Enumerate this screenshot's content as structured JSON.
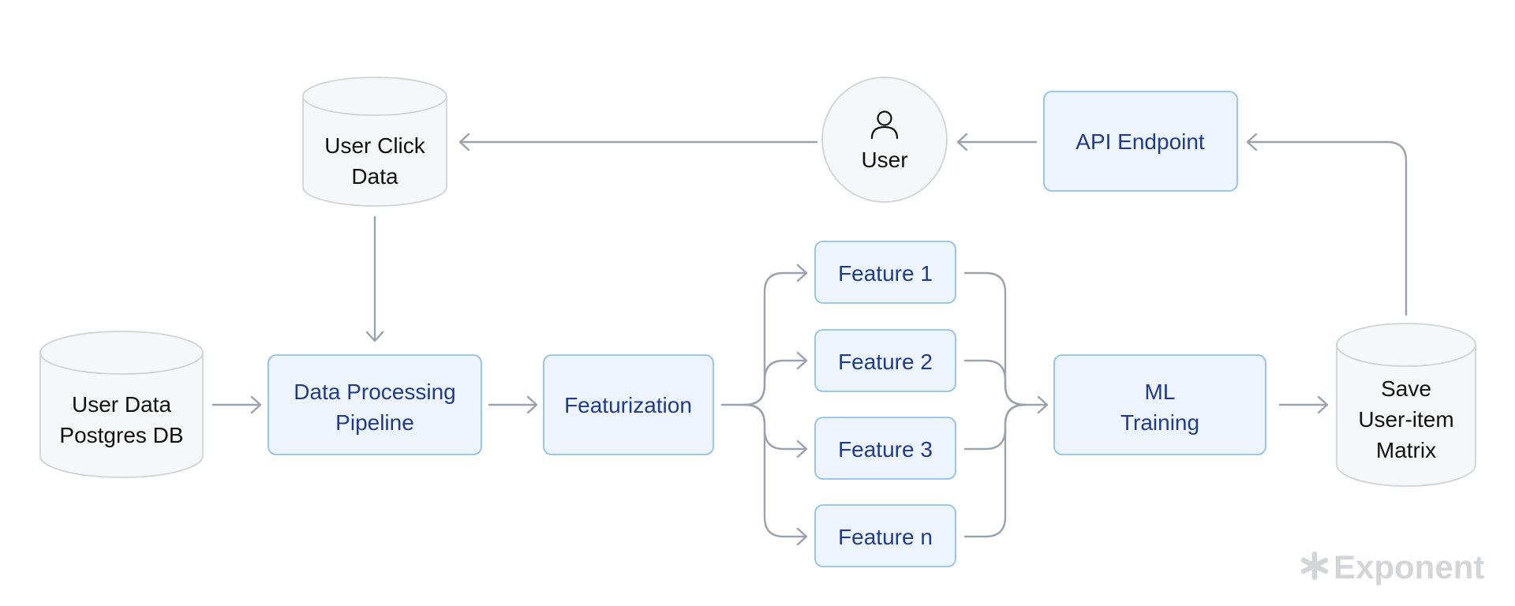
{
  "diagram": {
    "nodes": {
      "user_click_data": {
        "lines": [
          "User Click",
          "Data"
        ],
        "shape": "cylinder"
      },
      "user_data_db": {
        "lines": [
          "User Data",
          "Postgres DB"
        ],
        "shape": "cylinder"
      },
      "save_matrix": {
        "lines": [
          "Save",
          "User-item",
          "Matrix"
        ],
        "shape": "cylinder"
      },
      "user": {
        "lines": [
          "User"
        ],
        "shape": "circle",
        "icon": "user-icon"
      },
      "api_endpoint": {
        "lines": [
          "API Endpoint"
        ],
        "shape": "box"
      },
      "data_processing": {
        "lines": [
          "Data Processing",
          "Pipeline"
        ],
        "shape": "box"
      },
      "featurization": {
        "lines": [
          "Featurization"
        ],
        "shape": "box"
      },
      "feature_1": {
        "lines": [
          "Feature 1"
        ],
        "shape": "box"
      },
      "feature_2": {
        "lines": [
          "Feature 2"
        ],
        "shape": "box"
      },
      "feature_3": {
        "lines": [
          "Feature 3"
        ],
        "shape": "box"
      },
      "feature_n": {
        "lines": [
          "Feature n"
        ],
        "shape": "box"
      },
      "ml_training": {
        "lines": [
          "ML",
          "Training"
        ],
        "shape": "box"
      }
    },
    "edges": [
      {
        "from": "user_click_data",
        "to": "data_processing"
      },
      {
        "from": "user_data_db",
        "to": "data_processing"
      },
      {
        "from": "data_processing",
        "to": "featurization"
      },
      {
        "from": "featurization",
        "to": "feature_1"
      },
      {
        "from": "featurization",
        "to": "feature_2"
      },
      {
        "from": "featurization",
        "to": "feature_3"
      },
      {
        "from": "featurization",
        "to": "feature_n"
      },
      {
        "from": "feature_1",
        "to": "ml_training"
      },
      {
        "from": "feature_2",
        "to": "ml_training"
      },
      {
        "from": "feature_3",
        "to": "ml_training"
      },
      {
        "from": "feature_n",
        "to": "ml_training"
      },
      {
        "from": "ml_training",
        "to": "save_matrix"
      },
      {
        "from": "save_matrix",
        "to": "api_endpoint"
      },
      {
        "from": "api_endpoint",
        "to": "user"
      },
      {
        "from": "user",
        "to": "user_click_data"
      }
    ]
  },
  "watermark": {
    "text": "Exponent",
    "icon": "asterisk-icon"
  },
  "colors": {
    "process_fill": "#edf4fd",
    "process_stroke": "#8ec0ef",
    "process_text": "#1f3b8a",
    "store_fill": "#f6f7f8",
    "store_stroke": "#cfd3d8",
    "edge": "#9aa2ad",
    "watermark": "#d3d5d9"
  }
}
